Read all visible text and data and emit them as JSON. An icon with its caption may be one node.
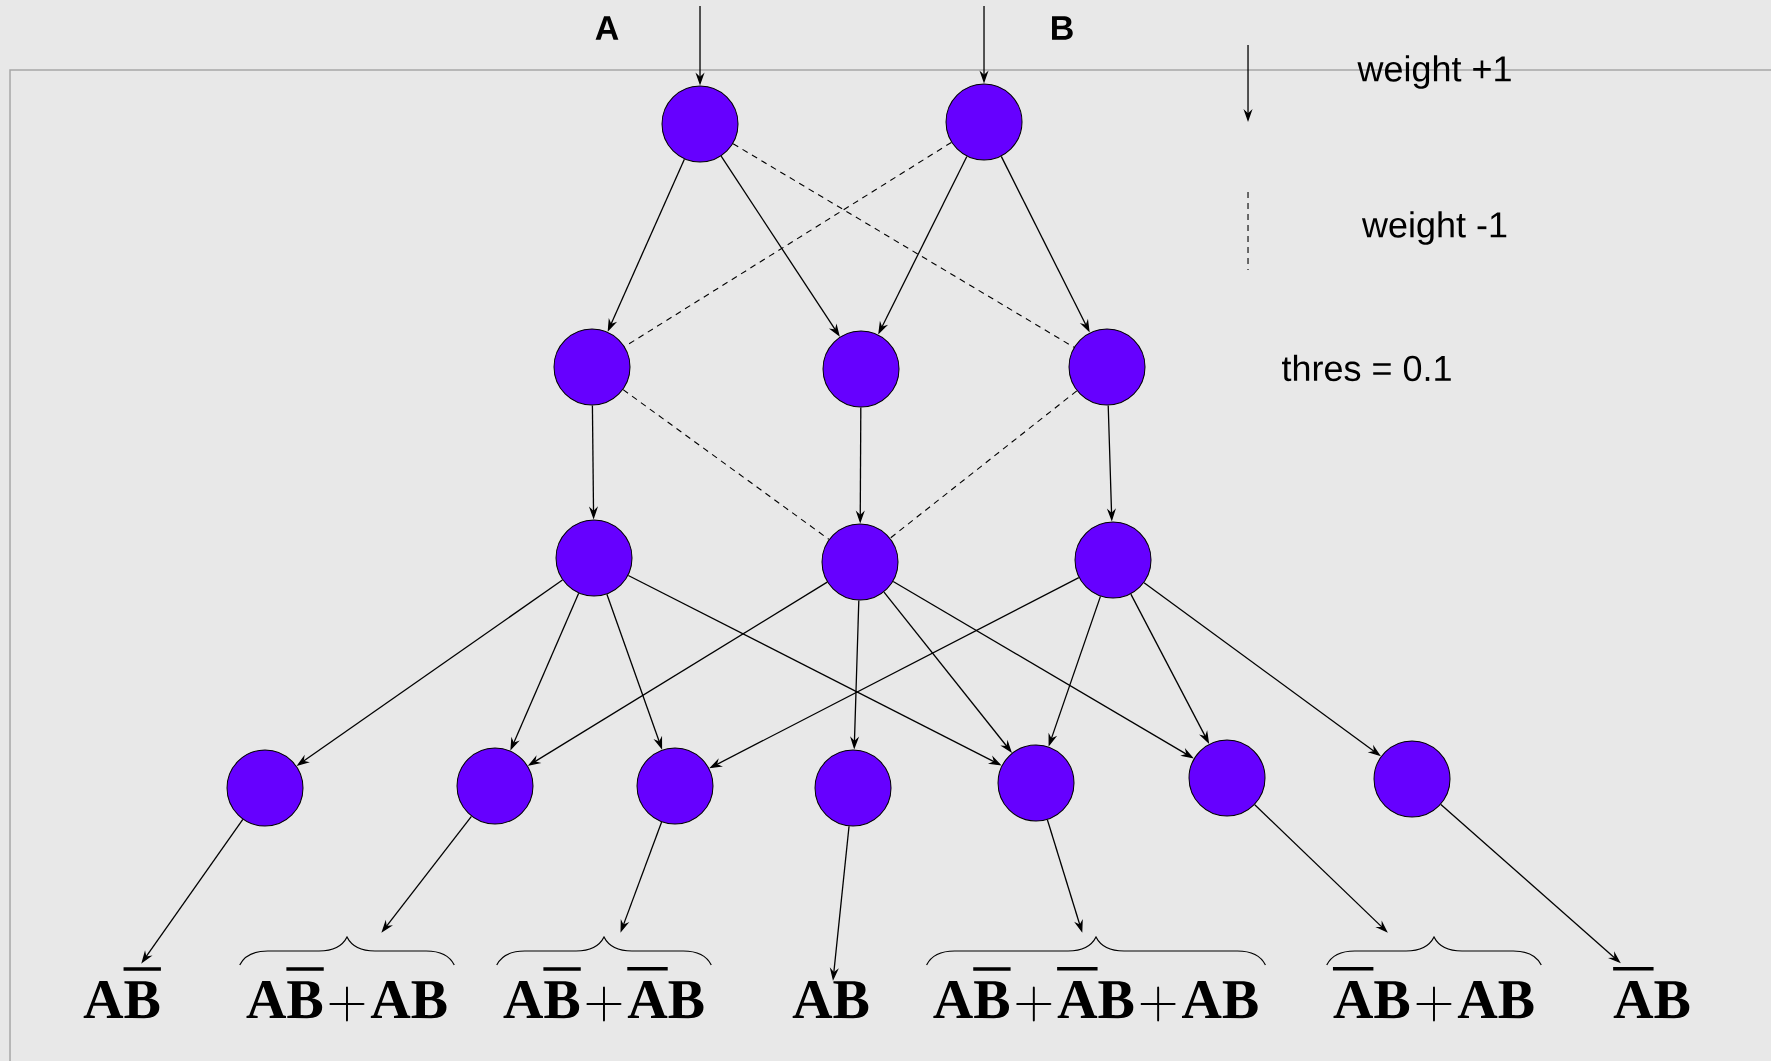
{
  "diagram": {
    "nodes": [
      {
        "text": [],
        "shape": "circle",
        "beside": [
          "A"
        ]
      },
      {
        "text": [],
        "shape": "circle",
        "beside": [
          "B"
        ]
      },
      {
        "text": [],
        "shape": "circle"
      },
      {
        "text": [],
        "shape": "circle"
      },
      {
        "text": [],
        "shape": "circle"
      },
      {
        "text": [],
        "shape": "circle"
      },
      {
        "text": [],
        "shape": "circle"
      },
      {
        "text": [],
        "shape": "circle"
      },
      {
        "text": [],
        "shape": "circle"
      },
      {
        "text": [],
        "shape": "circle"
      },
      {
        "text": [],
        "shape": "circle"
      },
      {
        "text": [],
        "shape": "circle"
      },
      {
        "text": [],
        "shape": "circle"
      },
      {
        "text": [],
        "shape": "circle"
      },
      {
        "text": [],
        "shape": "circle"
      },
      {
        "text": [
          "\\mathbf{A\\overline{B}}"
        ]
      },
      {
        "text": [
          "\\mathbf{A\\overline{B}}+\\mathbf{AB}"
        ]
      },
      {
        "text": [
          "\\mathbf{A\\overline{B}}+\\mathbf{\\overline{A}B}"
        ]
      },
      {
        "text": [
          "\\mathbf{AB}"
        ]
      },
      {
        "text": [
          "\\mathbf{A\\overline{B}}+\\mathbf{\\overline{A}B}+\\mathbf{AB}"
        ]
      },
      {
        "text": [
          "\\mathbf{\\overline{A}B}+\\mathbf{AB}"
        ]
      },
      {
        "text": [
          "\\mathbf{\\overline{A}B}"
        ]
      }
    ],
    "edges": [
      {
        "from": null,
        "to": 0,
        "arrow": "to"
      },
      {
        "from": null,
        "to": 1,
        "arrow": "to"
      },
      {
        "from": 0,
        "to": 2,
        "arrow": "to"
      },
      {
        "from": 0,
        "to": 3,
        "arrow": "to"
      },
      {
        "from": 0,
        "to": 4,
        "arrow": "none",
        "style": "dashed"
      },
      {
        "from": 1,
        "to": 2,
        "arrow": "none",
        "style": "dashed"
      },
      {
        "from": 1,
        "to": 3,
        "arrow": "to"
      },
      {
        "from": 1,
        "to": 4,
        "arrow": "to"
      },
      {
        "from": 2,
        "to": 5,
        "arrow": "to"
      },
      {
        "from": 2,
        "to": 6,
        "arrow": "none",
        "style": "dashed"
      },
      {
        "from": 3,
        "to": 6,
        "arrow": "to"
      },
      {
        "from": 4,
        "to": 6,
        "arrow": "none",
        "style": "dashed"
      },
      {
        "from": 4,
        "to": 7,
        "arrow": "to"
      },
      {
        "from": 5,
        "to": 8,
        "arrow": "to"
      },
      {
        "from": 5,
        "to": 9,
        "arrow": "to"
      },
      {
        "from": 5,
        "to": 10,
        "arrow": "to"
      },
      {
        "from": 5,
        "to": 12,
        "arrow": "to"
      },
      {
        "from": 6,
        "to": 9,
        "arrow": "to"
      },
      {
        "from": 6,
        "to": 11,
        "arrow": "to"
      },
      {
        "from": 6,
        "to": 12,
        "arrow": "to"
      },
      {
        "from": 6,
        "to": 13,
        "arrow": "to"
      },
      {
        "from": 7,
        "to": 10,
        "arrow": "to"
      },
      {
        "from": 7,
        "to": 12,
        "arrow": "to"
      },
      {
        "from": 7,
        "to": 13,
        "arrow": "to"
      },
      {
        "from": 7,
        "to": 14,
        "arrow": "to"
      },
      {
        "from": 8,
        "to": 15,
        "arrow": "to"
      },
      {
        "from": 9,
        "to": 16,
        "arrow": "to"
      },
      {
        "from": 10,
        "to": 17,
        "arrow": "to"
      },
      {
        "from": 11,
        "to": 18,
        "arrow": "to"
      },
      {
        "from": 12,
        "to": 19,
        "arrow": "to"
      },
      {
        "from": 13,
        "to": 20,
        "arrow": "to"
      },
      {
        "from": 14,
        "to": 21,
        "arrow": "to"
      }
    ],
    "labels": [
      "thres = 0.1"
    ],
    "legend": [
      {
        "text": "weight +1"
      },
      {
        "text": "weight -1"
      }
    ]
  }
}
